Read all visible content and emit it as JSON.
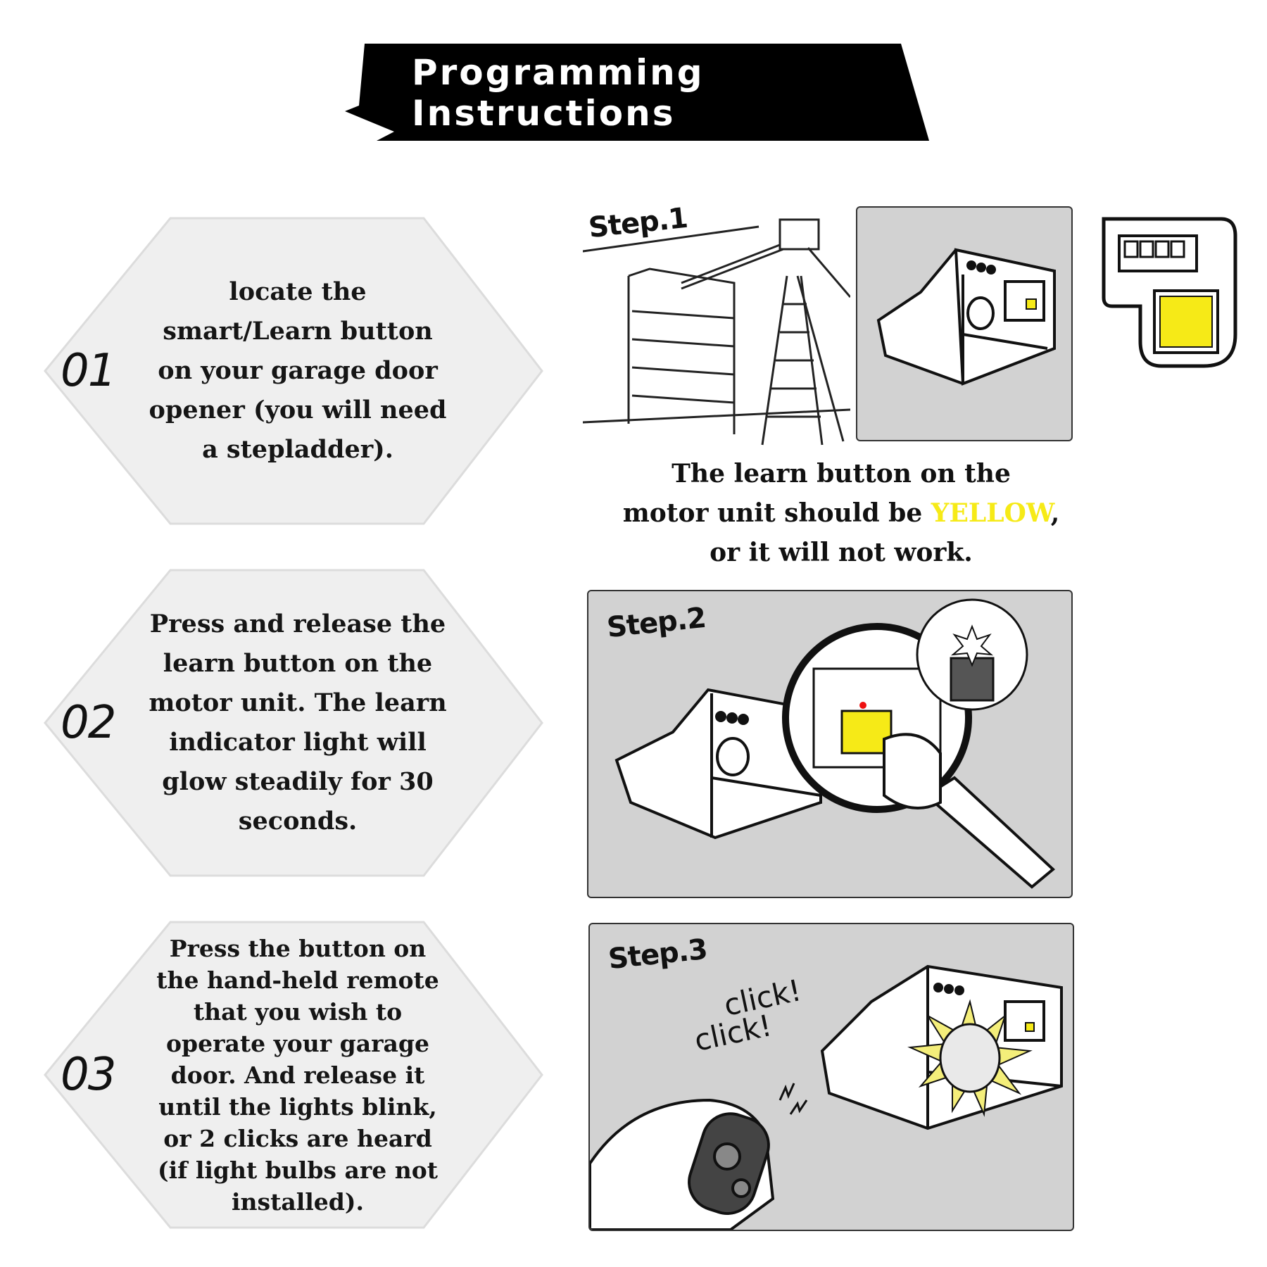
{
  "header": {
    "title": "Programming Instructions"
  },
  "steps": [
    {
      "number": "01",
      "text": "locate the smart/Learn button on your garage door opener (you will need a stepladder)."
    },
    {
      "number": "02",
      "text": "Press and release the learn button on the motor unit. The learn indicator light will glow steadily for 30 seconds."
    },
    {
      "number": "03",
      "text": "Press the button on the hand-held remote that you wish to operate your garage door. And release it until the lights blink, or 2 clicks are heard (if light bulbs are not installed)."
    }
  ],
  "illustrations": {
    "step1_label": "Step.1",
    "step2_label": "Step.2",
    "step3_label": "Step.3",
    "click_1": "click!",
    "click_2": "click!"
  },
  "caption": {
    "line1": "The learn button on the",
    "line2_before": "motor unit should be ",
    "line2_highlight": "YELLOW",
    "line2_after": ",",
    "line3": "or it will not work."
  },
  "colors": {
    "highlight": "#f6ea17",
    "panel": "#d2d2d2",
    "hex_fill": "#efefef",
    "banner": "#000000"
  }
}
